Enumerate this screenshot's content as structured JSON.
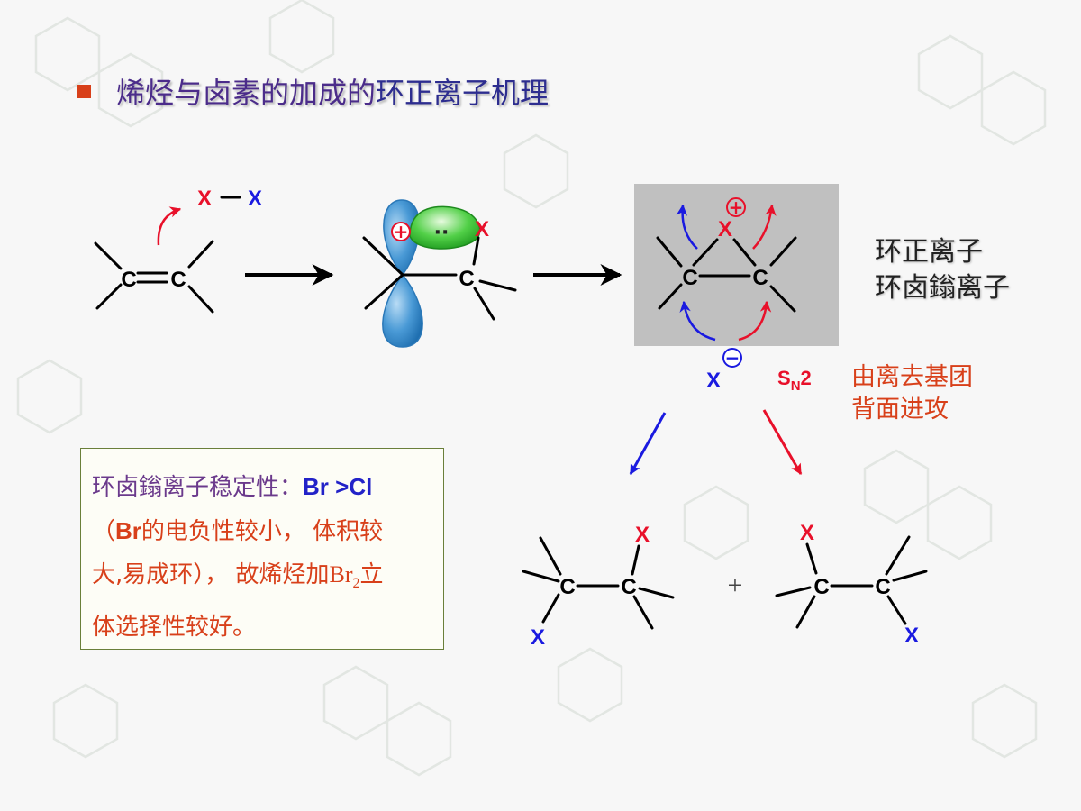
{
  "title": {
    "part1": "烯烃与卤素的加成的",
    "part2": "环正离子机理"
  },
  "atoms": {
    "carbon": "C",
    "halogen": "X"
  },
  "signs": {
    "plus": "+",
    "minus": "−",
    "lone_pair": "··"
  },
  "intermediate_names": {
    "line1": "环正离子",
    "line2": "环卤鎓离子"
  },
  "sn2": {
    "s": "S",
    "sub": "N",
    "num": "2"
  },
  "attack_note": {
    "line1": "由离去基团",
    "line2": "背面进攻"
  },
  "product_plus": "+",
  "note": {
    "line1_label": "环卤鎓离子稳定性：",
    "line1_value": "Br >Cl",
    "line2_open": "（",
    "line2_br": "Br",
    "line2_rest": "的电负性较小， 体积较",
    "line3_a": "大,易成环）， 故烯烃加",
    "line3_br2": "Br",
    "line3_sub": "2",
    "line3_b": "立",
    "line4": "体选择性较好。"
  },
  "colors": {
    "red": "#e8102a",
    "blue": "#1a1ae0",
    "orange_red": "#d8401a",
    "gray_box": "#c0c0c0",
    "p_orbital": "#3a8fd0",
    "lone_pair_orbital": "#35c435",
    "title_purple": "#4b2c8a"
  }
}
